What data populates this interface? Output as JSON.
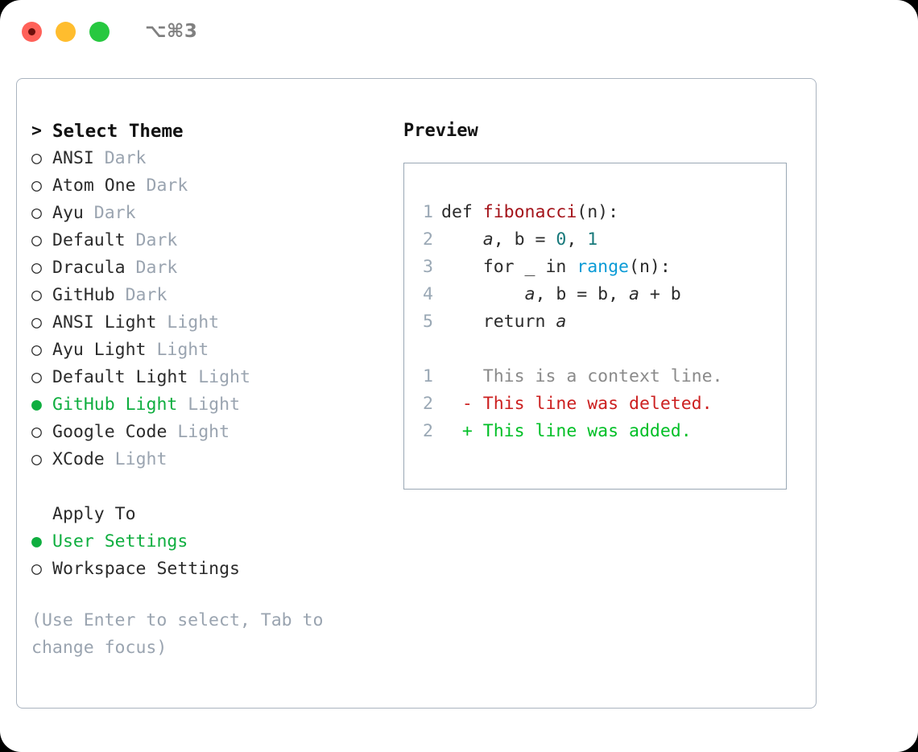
{
  "window": {
    "shortcut": "⌥⌘3",
    "traffic_lights": [
      {
        "name": "close",
        "color": "#ff6159"
      },
      {
        "name": "minimize",
        "color": "#ffbd2e"
      },
      {
        "name": "zoom",
        "color": "#27c840"
      }
    ]
  },
  "theme_picker": {
    "header_marker": ">",
    "header_label": "Select Theme",
    "items": [
      {
        "marker": "○",
        "name": "ANSI",
        "tag": "Dark",
        "selected": false
      },
      {
        "marker": "○",
        "name": "Atom One",
        "tag": "Dark",
        "selected": false
      },
      {
        "marker": "○",
        "name": "Ayu",
        "tag": "Dark",
        "selected": false
      },
      {
        "marker": "○",
        "name": "Default",
        "tag": "Dark",
        "selected": false
      },
      {
        "marker": "○",
        "name": "Dracula",
        "tag": "Dark",
        "selected": false
      },
      {
        "marker": "○",
        "name": "GitHub",
        "tag": "Dark",
        "selected": false
      },
      {
        "marker": "○",
        "name": "ANSI Light",
        "tag": "Light",
        "selected": false
      },
      {
        "marker": "○",
        "name": "Ayu Light",
        "tag": "Light",
        "selected": false
      },
      {
        "marker": "○",
        "name": "Default Light",
        "tag": "Light",
        "selected": false
      },
      {
        "marker": "●",
        "name": "GitHub Light",
        "tag": "Light",
        "selected": true
      },
      {
        "marker": "○",
        "name": "Google Code",
        "tag": "Light",
        "selected": false
      },
      {
        "marker": "○",
        "name": "XCode",
        "tag": "Light",
        "selected": false
      }
    ]
  },
  "apply_to": {
    "header_label": "Apply To",
    "items": [
      {
        "marker": "●",
        "name": "User Settings",
        "selected": true
      },
      {
        "marker": "○",
        "name": "Workspace Settings",
        "selected": false
      }
    ]
  },
  "hint": "(Use Enter to select, Tab to change focus)",
  "preview": {
    "title": "Preview",
    "code_lines": [
      {
        "no": "1",
        "tokens": [
          {
            "t": "def ",
            "c": "kw"
          },
          {
            "t": "fibonacci",
            "c": "fn"
          },
          {
            "t": "(n):",
            "c": "kw"
          }
        ]
      },
      {
        "no": "2",
        "tokens": [
          {
            "t": "    ",
            "c": "kw"
          },
          {
            "t": "a",
            "c": "var"
          },
          {
            "t": ", b = ",
            "c": "kw"
          },
          {
            "t": "0",
            "c": "num"
          },
          {
            "t": ", ",
            "c": "kw"
          },
          {
            "t": "1",
            "c": "num"
          }
        ]
      },
      {
        "no": "3",
        "tokens": [
          {
            "t": "    for _ in ",
            "c": "kw"
          },
          {
            "t": "range",
            "c": "builtin"
          },
          {
            "t": "(n):",
            "c": "kw"
          }
        ]
      },
      {
        "no": "4",
        "tokens": [
          {
            "t": "        ",
            "c": "kw"
          },
          {
            "t": "a",
            "c": "var"
          },
          {
            "t": ", b = b, ",
            "c": "kw"
          },
          {
            "t": "a",
            "c": "var"
          },
          {
            "t": " + b",
            "c": "kw"
          }
        ]
      },
      {
        "no": "5",
        "tokens": [
          {
            "t": "    return ",
            "c": "kw"
          },
          {
            "t": "a",
            "c": "var"
          }
        ]
      }
    ],
    "diff_lines": [
      {
        "no": "1",
        "sign": " ",
        "text": " This is a context line.",
        "kind": "ctx"
      },
      {
        "no": "2",
        "sign": "-",
        "text": " This line was deleted.",
        "kind": "del"
      },
      {
        "no": "2",
        "sign": "+",
        "text": " This line was added.",
        "kind": "add"
      }
    ]
  },
  "colors": {
    "accent_green": "#0fae3f",
    "diff_add": "#00bf26",
    "diff_del": "#cc2020",
    "muted": "#9aa4b0",
    "border": "#aab4c0",
    "function": "#a4131a",
    "number": "#18797b",
    "builtin": "#0b9bd6"
  }
}
